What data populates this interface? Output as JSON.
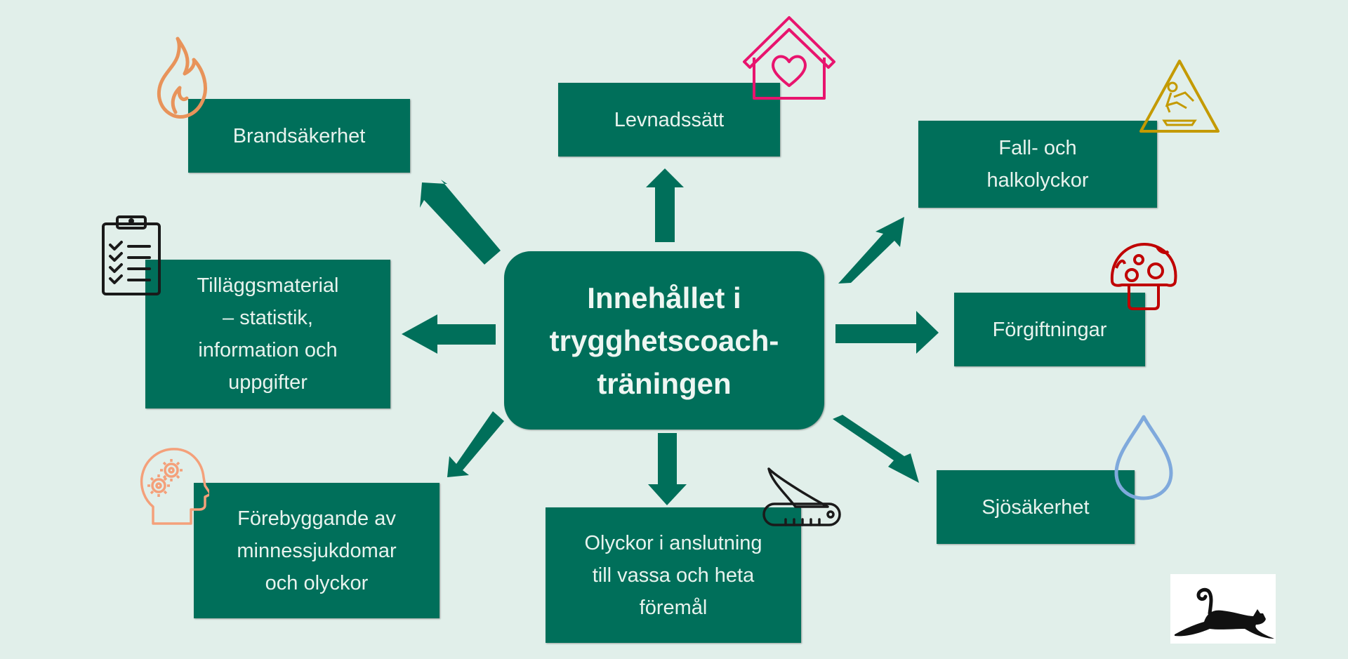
{
  "center": {
    "title": "Innehållet i\ntrygghetscoach-\nträningen"
  },
  "topics": [
    {
      "id": "brandsakerhet",
      "label": "Brandsäkerhet",
      "icon": "flame-icon",
      "icon_color": "#E8935A"
    },
    {
      "id": "levnadssatt",
      "label": "Levnadssätt",
      "icon": "house-heart-icon",
      "icon_color": "#E8146E"
    },
    {
      "id": "fall",
      "label": "Fall- och\nhalkolyckor",
      "icon": "slippery-floor-warning-icon",
      "icon_color": "#C49A00"
    },
    {
      "id": "tillagg",
      "label": "Tilläggsmaterial\n– statistik,\ninformation och\nuppgifter",
      "icon": "clipboard-checklist-icon",
      "icon_color": "#1A1A1A"
    },
    {
      "id": "forgiftningar",
      "label": "Förgiftningar",
      "icon": "mushroom-icon",
      "icon_color": "#C00000"
    },
    {
      "id": "forebyggande",
      "label": "Förebyggande av\nminnessjukdomar\noch olyckor",
      "icon": "head-gears-icon",
      "icon_color": "#F4A07A"
    },
    {
      "id": "olyckor",
      "label": "Olyckor i anslutning\ntill vassa och heta\nföremål",
      "icon": "pocket-knife-icon",
      "icon_color": "#1A1A1A"
    },
    {
      "id": "sjosakerhet",
      "label": "Sjösäkerhet",
      "icon": "water-drop-icon",
      "icon_color": "#7FA9DC"
    }
  ],
  "logo": {
    "icon": "cat-logo-icon"
  },
  "colors": {
    "background": "#E1EFEA",
    "box": "#006F5A",
    "text": "#E8F3EE"
  }
}
